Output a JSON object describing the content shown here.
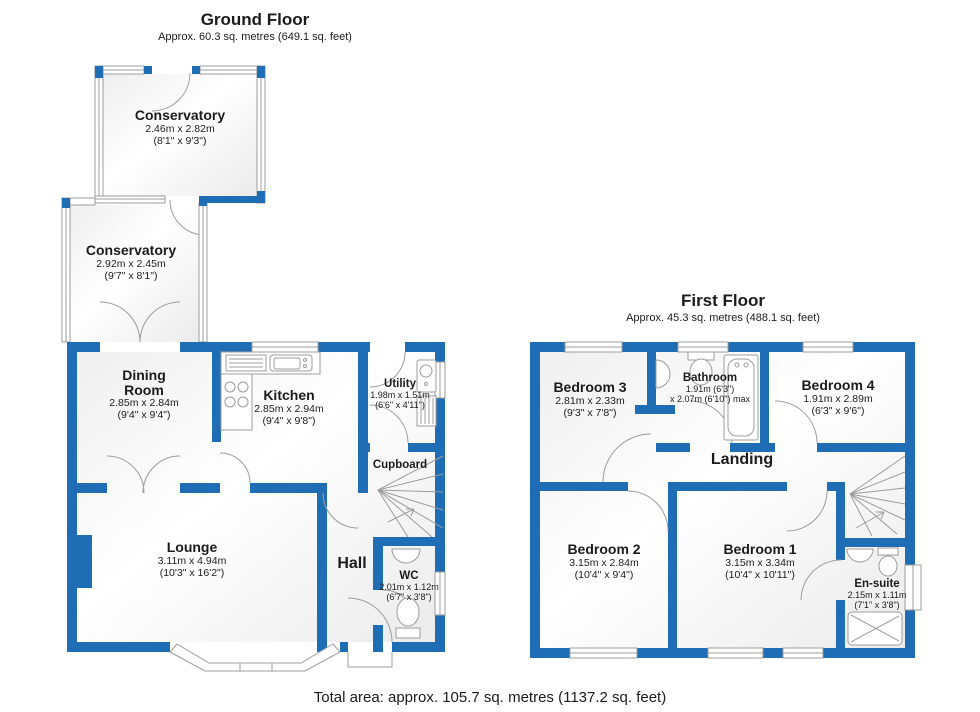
{
  "colors": {
    "wall": "#1f6eb5",
    "line": "#9c9c9c",
    "text": "#1b1b1b"
  },
  "ground_floor": {
    "title": "Ground Floor",
    "subtitle": "Approx. 60.3 sq. metres (649.1 sq. feet)",
    "rooms": {
      "conservatory1": {
        "name": "Conservatory",
        "metric": "2.46m x 2.82m",
        "imperial": "(8'1\" x 9'3\")"
      },
      "conservatory2": {
        "name": "Conservatory",
        "metric": "2.92m x 2.45m",
        "imperial": "(9'7\" x 8'1\")"
      },
      "dining": {
        "name": "Dining Room",
        "metric": "2.85m x 2.84m",
        "imperial": "(9'4\" x 9'4\")"
      },
      "kitchen": {
        "name": "Kitchen",
        "metric": "2.85m x 2.94m",
        "imperial": "(9'4\" x 9'8\")"
      },
      "utility": {
        "name": "Utility",
        "metric": "1.98m x 1.51m",
        "imperial": "(6'6\" x 4'11\")"
      },
      "cupboard": {
        "name": "Cupboard"
      },
      "lounge": {
        "name": "Lounge",
        "metric": "3.11m x 4.94m",
        "imperial": "(10'3\" x 16'2\")"
      },
      "hall": {
        "name": "Hall"
      },
      "wc": {
        "name": "WC",
        "metric": "2.01m x 1.12m",
        "imperial": "(6'7\" x 3'8\")"
      }
    }
  },
  "first_floor": {
    "title": "First Floor",
    "subtitle": "Approx. 45.3 sq. metres (488.1 sq. feet)",
    "rooms": {
      "bedroom3": {
        "name": "Bedroom 3",
        "metric": "2.81m x 2.33m",
        "imperial": "(9'3\" x 7'8\")"
      },
      "bathroom": {
        "name": "Bathroom",
        "metric": "1.91m (6'3\")",
        "imperial": "x 2.07m (6'10\") max"
      },
      "bedroom4": {
        "name": "Bedroom 4",
        "metric": "1.91m x 2.89m",
        "imperial": "(6'3\" x 9'6\")"
      },
      "landing": {
        "name": "Landing"
      },
      "bedroom2": {
        "name": "Bedroom 2",
        "metric": "3.15m x 2.84m",
        "imperial": "(10'4\" x 9'4\")"
      },
      "bedroom1": {
        "name": "Bedroom 1",
        "metric": "3.15m x 3.34m",
        "imperial": "(10'4\" x 10'11\")"
      },
      "ensuite": {
        "name": "En-suite",
        "metric": "2.15m x 1.11m",
        "imperial": "(7'1\" x 3'8\")"
      }
    }
  },
  "footer": {
    "total": "Total area: approx. 105.7 sq. metres (1137.2 sq. feet)"
  }
}
